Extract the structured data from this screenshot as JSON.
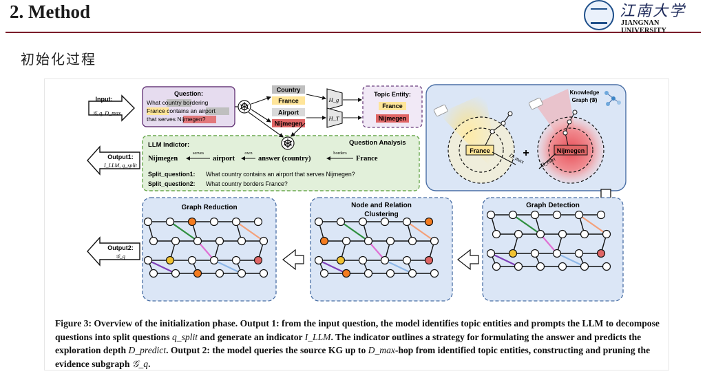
{
  "header": {
    "title": "2. Method"
  },
  "logo": {
    "name_cn": "江南大学",
    "name_en": "JIANGNAN UNIVERSITY"
  },
  "section": {
    "subtitle": "初始化过程"
  },
  "figure": {
    "input_label": "Input:",
    "input_vars": "𝒢, q, D_max",
    "question_heading": "Question:",
    "question_lines": [
      "What country bordering",
      "France contains an airport",
      "that serves Nijmegen?"
    ],
    "tokens": [
      "Country",
      "France",
      "Airport",
      "Nijmegen"
    ],
    "h_g": "H_g",
    "h_t": "H_T",
    "topic_entity_heading": "Topic Entity:",
    "topic_entities": [
      "France",
      "Nijmegen"
    ],
    "kg_label_line1": "Knowledge",
    "kg_label_line2": "Graph (𝒢)",
    "kg_entities": [
      "France",
      "Nijmegen"
    ],
    "kg_dist_labels": [
      "D_max",
      "D_max"
    ],
    "plus": "+",
    "llm_indictor_heading": "LLM Indictor:",
    "question_analysis": "Question Analysis",
    "chain": {
      "nodes": [
        "Nijmegen",
        "airport",
        "answer (country)",
        "France"
      ],
      "edges": [
        "serves",
        "own",
        "borders"
      ]
    },
    "split_q1_label": "Split_question1:",
    "split_q1_text": "What country contains an airport that serves Nijmegen?",
    "split_q2_label": "Split_question2:",
    "split_q2_text": "What country borders France?",
    "output1_label": "Output1:",
    "output1_vars": "I_LLM, q_split",
    "output2_label": "Output2:",
    "output2_vars": "𝒢_q",
    "graph_reduction": "Graph Reduction",
    "clustering_line1": "Node and Relation",
    "clustering_line2": "Clustering",
    "graph_detection": "Graph Detection"
  },
  "caption": {
    "part1": "Figure 3: Overview of the initialization phase. Output 1: from the input question, the model identifies topic entities and prompts the LLM to decompose questions into split questions ",
    "q_split": "q_split",
    "part2": " and generate an indicator ",
    "i_llm": "I_LLM",
    "part3": ". The indicator outlines a strategy for formulating the answer and predicts the exploration depth ",
    "d_predict": "D_predict",
    "part4": ". Output 2: the model queries the source KG up to ",
    "d_max": "D_max",
    "part5": "-hop from identified topic entities, constructing and pruning the evidence subgraph ",
    "g_q": "𝒢_q",
    "part6": "."
  },
  "colors": {
    "question_box": "#e6dcef",
    "question_border": "#6a3d7c",
    "llm_box": "#e2f0da",
    "llm_border": "#6aa84f",
    "blue_panel": "#dbe6f6",
    "blue_border": "#4a6fa5",
    "yellow_highlight": "#ffe599",
    "red_highlight": "#e06666",
    "gray_highlight": "#bfbfbf",
    "france_node": "#f1c232",
    "nijmegen_node": "#e06666",
    "orange_node": "#f47c20"
  }
}
